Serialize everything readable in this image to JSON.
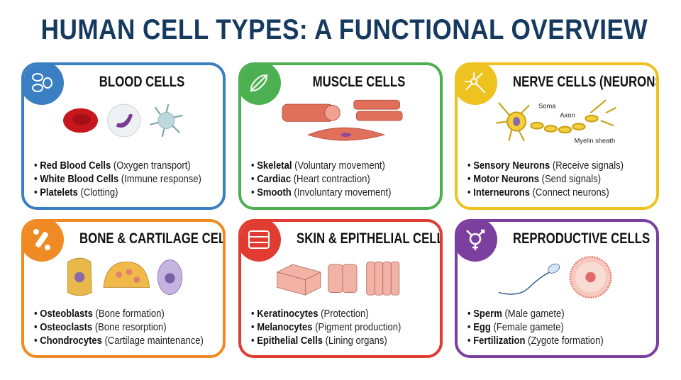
{
  "title": "HUMAN CELL TYPES: A FUNCTIONAL OVERVIEW",
  "colors": {
    "title": "#163a5f",
    "blood": "#3a7fc1",
    "muscle": "#4caf50",
    "nerve": "#eec21f",
    "bone": "#f08a24",
    "skin": "#e03c31",
    "repro": "#7b3fa0"
  },
  "cards": [
    {
      "title": "BLOOD CELLS",
      "icon": "blood-cells-icon",
      "items": [
        {
          "b": "Red Blood Cells",
          "t": " (Oxygen transport)"
        },
        {
          "b": "White Blood Cells",
          "t": " (Immune response)"
        },
        {
          "b": "Platelets",
          "t": " (Clotting)"
        }
      ]
    },
    {
      "title": "MUSCLE CELLS",
      "icon": "muscle-icon",
      "items": [
        {
          "b": "Skeletal",
          "t": " (Voluntary movement)"
        },
        {
          "b": "Cardiac",
          "t": " (Heart contraction)"
        },
        {
          "b": "Smooth",
          "t": " (Involuntary movement)"
        }
      ]
    },
    {
      "title": "NERVE CELLS (NEURONS)",
      "icon": "neuron-icon",
      "labels": {
        "soma": "Soma",
        "axon": "Axon",
        "myelin": "Myelin sheath"
      },
      "items": [
        {
          "b": "Sensory Neurons",
          "t": " (Receive signals)"
        },
        {
          "b": "Motor Neurons",
          "t": " (Send signals)"
        },
        {
          "b": "Interneurons",
          "t": " (Connect neurons)"
        }
      ]
    },
    {
      "title": "BONE & CARTILAGE CELLS",
      "icon": "bone-icon",
      "items": [
        {
          "b": "Osteoblasts",
          "t": " (Bone formation)"
        },
        {
          "b": "Osteoclasts",
          "t": " (Bone resorption)"
        },
        {
          "b": "Chondrocytes",
          "t": " (Cartilage maintenance)"
        }
      ]
    },
    {
      "title": "SKIN & EPITHELIAL CELLS",
      "icon": "skin-layers-icon",
      "items": [
        {
          "b": "Keratinocytes",
          "t": " (Protection)"
        },
        {
          "b": "Melanocytes",
          "t": " (Pigment production)"
        },
        {
          "b": "Epithelial Cells",
          "t": " (Lining organs)"
        }
      ]
    },
    {
      "title": "REPRODUCTIVE CELLS",
      "icon": "gender-symbol-icon",
      "items": [
        {
          "b": "Sperm",
          "t": " (Male gamete)"
        },
        {
          "b": "Egg",
          "t": " (Female gamete)"
        },
        {
          "b": "Fertilization",
          "t": " (Zygote formation)"
        }
      ]
    }
  ]
}
